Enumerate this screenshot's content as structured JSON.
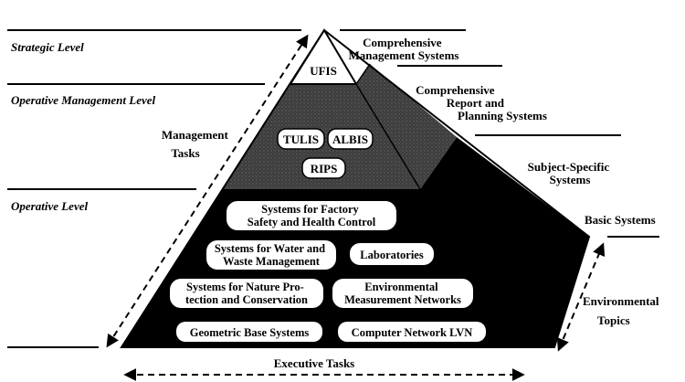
{
  "levels": {
    "strategic": "Strategic Level",
    "operative_management": "Operative Management Level",
    "operative": "Operative Level"
  },
  "side_labels": {
    "comprehensive_management": [
      "Comprehensive",
      "Management Systems"
    ],
    "comprehensive_report": [
      "Comprehensive",
      "Report and",
      "Planning Systems"
    ],
    "subject_specific": [
      "Subject-Specific",
      "Systems"
    ],
    "basic_systems": "Basic Systems",
    "environmental_topics": [
      "Environmental",
      "Topics"
    ],
    "management_tasks": [
      "Management",
      "Tasks"
    ],
    "executive_tasks": "Executive Tasks"
  },
  "pyramid": {
    "top": "UFIS",
    "middle": [
      "TULIS",
      "ALBIS",
      "RIPS"
    ],
    "base": {
      "factory_safety": [
        "Systems for Factory",
        "Safety and Health Control"
      ],
      "water_waste": [
        "Systems for Water and",
        "Waste Management"
      ],
      "laboratories": "Laboratories",
      "nature_protection": [
        "Systems for Nature Pro-",
        "tection and Conservation"
      ],
      "measurement_networks": [
        "Environmental",
        "Measurement Networks"
      ],
      "geometric_base": "Geometric Base Systems",
      "computer_network": "Computer Network LVN"
    }
  },
  "colors": {
    "background": "#ffffff",
    "ink": "#000000",
    "middle_band": "#3a3a3a",
    "box_fill": "#ffffff"
  }
}
